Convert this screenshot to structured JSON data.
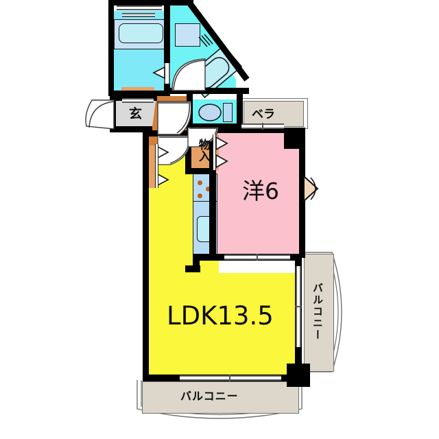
{
  "plan": {
    "type": "japanese-floor-plan",
    "layout_code": "1LDK",
    "rooms": [
      {
        "key": "ldk",
        "label": "LDK13.5",
        "color": "#faf73c"
      },
      {
        "key": "bedroom",
        "label": "洋6",
        "color": "#fbc2cd"
      },
      {
        "key": "storage",
        "label": "物入",
        "color": "#e8a165"
      },
      {
        "key": "entrance",
        "label": "玄",
        "color": "#d9d9d9"
      },
      {
        "key": "veranda_small",
        "label": "ベラ",
        "color": "#ddd6ca"
      },
      {
        "key": "balcony_right",
        "label": "バルコニー",
        "color": "#ddd6ca"
      },
      {
        "key": "balcony_bottom",
        "label": "バルコニー",
        "color": "#ddd6ca"
      }
    ],
    "labels": {
      "ldk": "LDK13.5",
      "bedroom": "洋6",
      "storage": "物入",
      "entrance": "玄",
      "veranda_small": "ベラ",
      "balcony_right": "バルコニー",
      "balcony_bottom": "バルコニー"
    },
    "fixtures": [
      {
        "name": "bathtub",
        "room": "bathroom"
      },
      {
        "name": "toilet",
        "room": "toilet"
      },
      {
        "name": "washbasin",
        "room": "washroom"
      },
      {
        "name": "washing-machine-space",
        "room": "washroom"
      },
      {
        "name": "kitchen-sink",
        "room": "ldk"
      },
      {
        "name": "gas-stove-3-burner",
        "room": "ldk"
      }
    ],
    "colors": {
      "ldk": "#faf73c",
      "bedroom": "#fbc2cd",
      "wet_area": "#6ff3f5",
      "washroom": "#7fe9f7",
      "entrance": "#d9d9d9",
      "closet": "#e8a165",
      "door": "#d2803c",
      "balcony": "#ddd6ca",
      "wall": "#000000",
      "fixture_blue": "#b8dbf5"
    }
  }
}
